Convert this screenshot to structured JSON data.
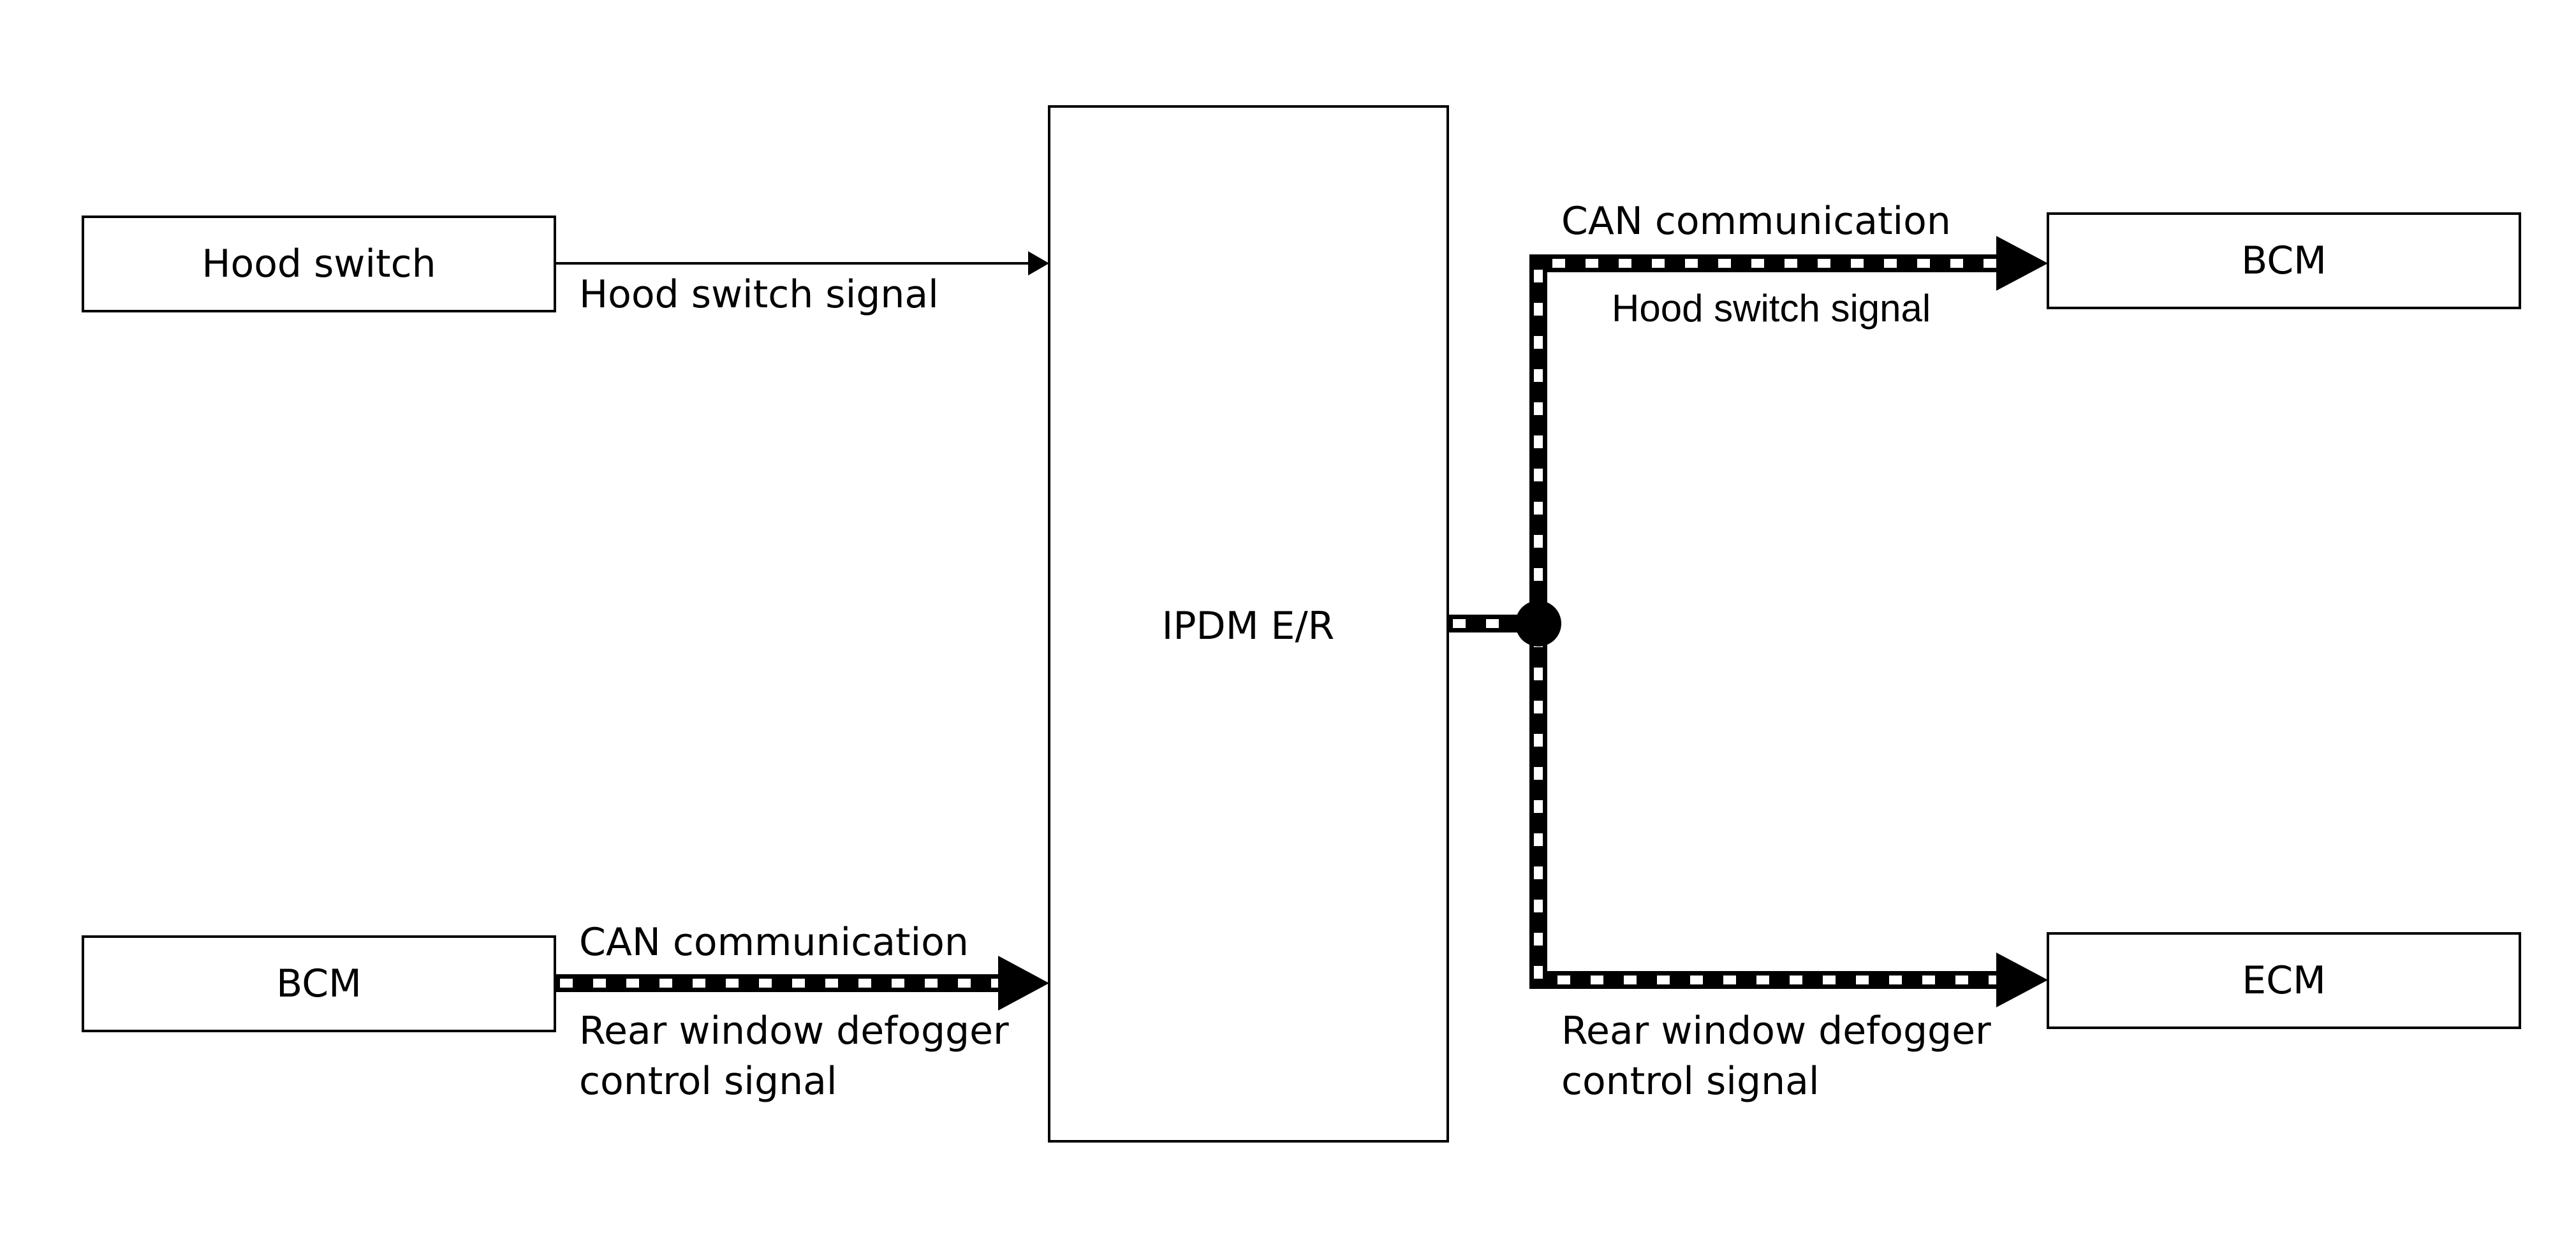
{
  "diagram": {
    "nodes": {
      "hood_switch": "Hood switch",
      "bcm_input": "BCM",
      "ipdm": "IPDM E/R",
      "bcm_output": "BCM",
      "ecm_output": "ECM"
    },
    "edges": {
      "hood_switch_to_ipdm": {
        "signal": "Hood switch signal"
      },
      "bcm_to_ipdm": {
        "protocol": "CAN communication",
        "signal_line1": "Rear window defogger",
        "signal_line2": "control signal"
      },
      "ipdm_to_bcm": {
        "protocol": "CAN communication",
        "signal": "Hood switch signal"
      },
      "ipdm_to_ecm": {
        "signal_line1": "Rear window defogger",
        "signal_line2": "control signal"
      }
    },
    "colors": {
      "line": "#000000",
      "background": "#ffffff",
      "bus_dash": "#ffffff"
    }
  }
}
